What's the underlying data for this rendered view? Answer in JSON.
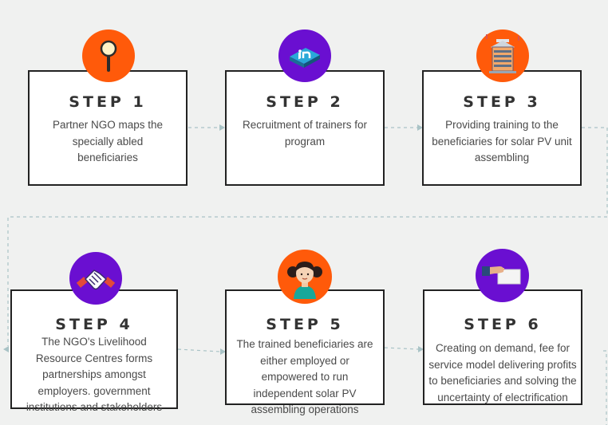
{
  "colors": {
    "orange": "#ff5a0a",
    "purple": "#6a0fd1",
    "border": "#222222",
    "connector": "#a9c3c6",
    "background": "#f0f1f0"
  },
  "steps": [
    {
      "title": "STEP 1",
      "description": "Partner NGO maps the specially abled beneficiaries",
      "icon": "magnifier-icon",
      "icon_color": "orange"
    },
    {
      "title": "STEP 2",
      "description": "Recruitment of trainers for program",
      "icon": "linkedin-icon",
      "icon_color": "purple"
    },
    {
      "title": "STEP 3",
      "description": "Providing training to the beneficiaries for solar PV unit assembling",
      "icon": "building-icon",
      "icon_color": "orange"
    },
    {
      "title": "STEP 4",
      "description": "The NGO's Livelihood Resource Centres forms partnerships amongst employers. government institutions and stakeholders",
      "icon": "handshake-icon",
      "icon_color": "purple"
    },
    {
      "title": "STEP 5",
      "description": "The trained beneficiaries are either employed or empowered to run independent solar PV assembling operations",
      "icon": "woman-avatar-icon",
      "icon_color": "orange"
    },
    {
      "title": "STEP 6",
      "description": "Creating on demand, fee for service model delivering profits to beneficiaries and solving the uncertainty of electrification",
      "icon": "hand-card-icon",
      "icon_color": "purple"
    }
  ]
}
